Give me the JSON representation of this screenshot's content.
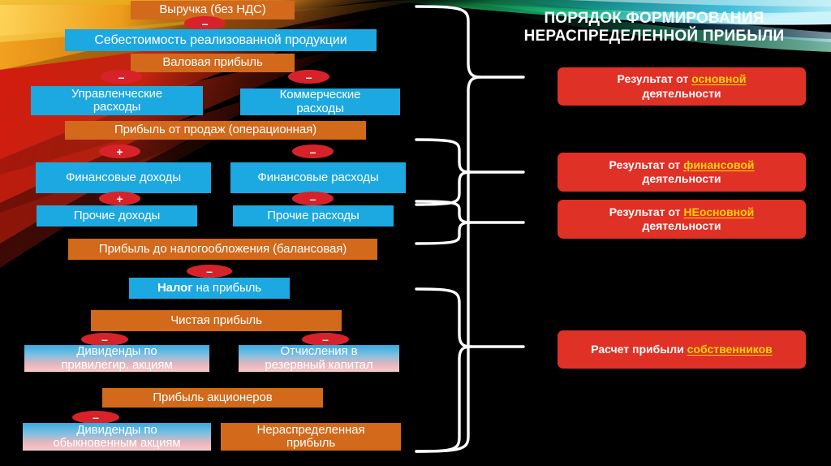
{
  "slide": {
    "background_color": "#000000",
    "accent_orange": "#d2691b",
    "accent_blue": "#1ca8e0",
    "accent_red": "#e03127",
    "operator_red": "#d8222a",
    "highlight_yellow": "#ffd400"
  },
  "title": {
    "text": "ПОРЯДОК ФОРМИРОВАНИЯ\nНЕРАСПРЕДЕЛЕННОЙ ПРИБЫЛИ"
  },
  "flow": {
    "boxes": [
      {
        "id": "revenue",
        "label": "Выручка (без НДС)",
        "style": "orange"
      },
      {
        "id": "cogs",
        "label": "Себестоимость реализованной продукции",
        "style": "blue"
      },
      {
        "id": "gross-profit",
        "label": "Валовая прибыль",
        "style": "orange"
      },
      {
        "id": "admin-expenses",
        "label": "Управленческие\nрасходы",
        "style": "blue"
      },
      {
        "id": "selling-expenses",
        "label": "Коммерческие\nрасходы",
        "style": "blue"
      },
      {
        "id": "operating-profit",
        "label": "Прибыль от продаж (операционная)",
        "style": "orange"
      },
      {
        "id": "financial-income",
        "label": "Финансовые доходы",
        "style": "blue"
      },
      {
        "id": "financial-expenses",
        "label": "Финансовые расходы",
        "style": "blue"
      },
      {
        "id": "other-income",
        "label": "Прочие доходы",
        "style": "blue"
      },
      {
        "id": "other-expenses",
        "label": "Прочие расходы",
        "style": "blue"
      },
      {
        "id": "profit-before-tax",
        "label": "Прибыль до налогообложения (балансовая)",
        "style": "orange"
      },
      {
        "id": "income-tax",
        "label_bold": "Налог",
        "label_rest": " на прибыль",
        "style": "blue"
      },
      {
        "id": "net-profit",
        "label": "Чистая прибыль",
        "style": "orange"
      },
      {
        "id": "preferred-dividends",
        "label": "Дивиденды по\nпривилегир. акциям",
        "style": "grad"
      },
      {
        "id": "reserve-capital",
        "label": "Отчисления в\nрезервный капитал",
        "style": "grad"
      },
      {
        "id": "shareholder-profit",
        "label": "Прибыль акционеров",
        "style": "orange"
      },
      {
        "id": "common-dividends",
        "label": "Дивиденды по\nобыкновенным акциям",
        "style": "grad"
      },
      {
        "id": "retained-earnings",
        "label": "Нераспределенная\nприбыль",
        "style": "orange"
      }
    ],
    "operators": [
      {
        "id": "op-revenue-minus-cogs",
        "symbol": "–"
      },
      {
        "id": "op-gross-minus-admin",
        "symbol": "–"
      },
      {
        "id": "op-gross-minus-selling",
        "symbol": "–"
      },
      {
        "id": "op-operating-plus-fin-income",
        "symbol": "+"
      },
      {
        "id": "op-operating-minus-fin-expenses",
        "symbol": "–"
      },
      {
        "id": "op-plus-other-income",
        "symbol": "+"
      },
      {
        "id": "op-minus-other-expenses",
        "symbol": "–"
      },
      {
        "id": "op-minus-income-tax",
        "symbol": "–"
      },
      {
        "id": "op-net-minus-preferred-dividends",
        "symbol": "–"
      },
      {
        "id": "op-net-minus-reserve-capital",
        "symbol": "–"
      },
      {
        "id": "op-minus-common-dividends",
        "symbol": "–"
      }
    ]
  },
  "results": {
    "cards": [
      {
        "id": "core-activity",
        "prefix": "Результат от ",
        "highlight": "основной",
        "suffix": "\nдеятельности"
      },
      {
        "id": "financial-activity",
        "prefix": "Результат от ",
        "highlight": "финансовой",
        "suffix": "\nдеятельности"
      },
      {
        "id": "non-core-activity",
        "prefix": "Результат от ",
        "highlight": "НЕосновной",
        "suffix": "\nдеятельности"
      },
      {
        "id": "owners-profit",
        "prefix": "Расчет прибыли ",
        "highlight": "собственников",
        "suffix": ""
      }
    ]
  }
}
